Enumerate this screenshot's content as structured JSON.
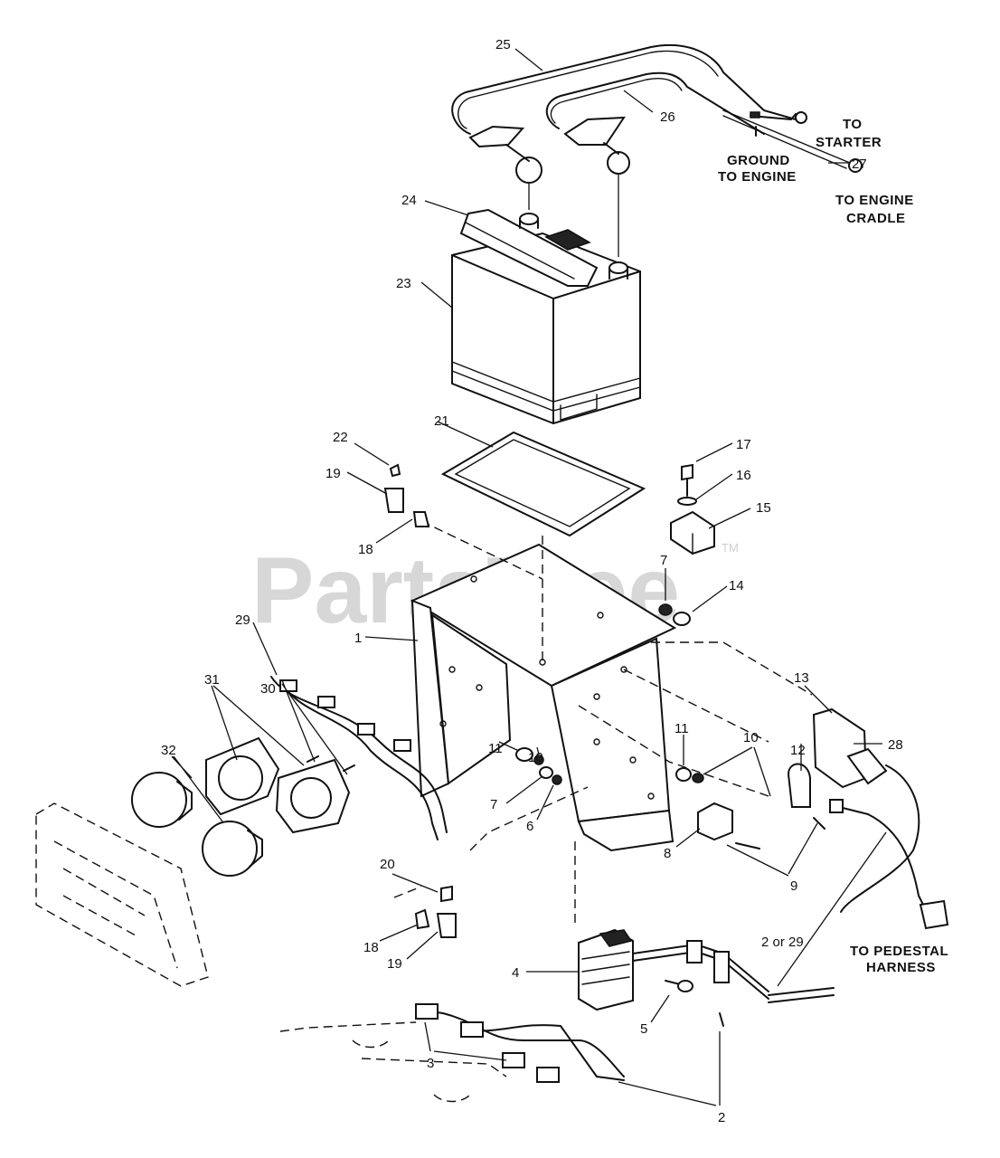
{
  "watermark": {
    "text": "PartsTree",
    "trademark": "TM"
  },
  "labels": {
    "to_starter_1": "TO",
    "to_starter_2": "STARTER",
    "ground_1": "GROUND",
    "ground_2": "TO ENGINE",
    "cradle_1": "TO ENGINE",
    "cradle_2": "CRADLE",
    "pedestal_1": "TO PEDESTAL",
    "pedestal_2": "HARNESS"
  },
  "callouts": {
    "c25": "25",
    "c26": "26",
    "c27": "27",
    "c24": "24",
    "c23": "23",
    "c21": "21",
    "c22": "22",
    "c19a": "19",
    "c18a": "18",
    "c17": "17",
    "c16": "16",
    "c15": "15",
    "c7a": "7",
    "c14": "14",
    "c1": "1",
    "c29": "29",
    "c31": "31",
    "c30": "30",
    "c32": "32",
    "c11a": "11",
    "c10a": "10",
    "c13": "13",
    "c28": "28",
    "c11b": "11",
    "c10b": "10",
    "c12": "12",
    "c7b": "7",
    "c6": "6",
    "c8": "8",
    "c9": "9",
    "c20": "20",
    "c18b": "18",
    "c19b": "19",
    "c2or29": "2 or 29",
    "c4": "4",
    "c5": "5",
    "c3": "3",
    "c2": "2"
  }
}
